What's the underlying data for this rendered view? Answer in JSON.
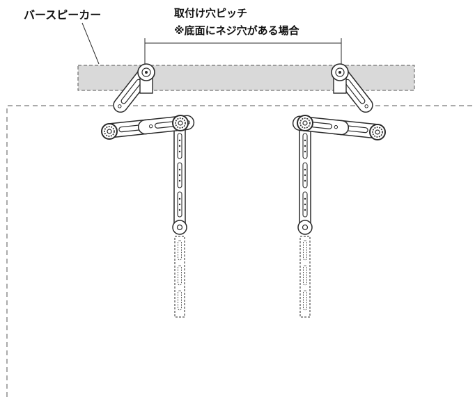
{
  "labels": {
    "bar_speaker": "バースピーカー",
    "hole_pitch": "取付け穴ピッチ",
    "note": "※底面にネジ穴がある場合"
  },
  "colors": {
    "line": "#2a2a2a",
    "speaker_fill": "#d9d9d9",
    "background": "#ffffff"
  }
}
